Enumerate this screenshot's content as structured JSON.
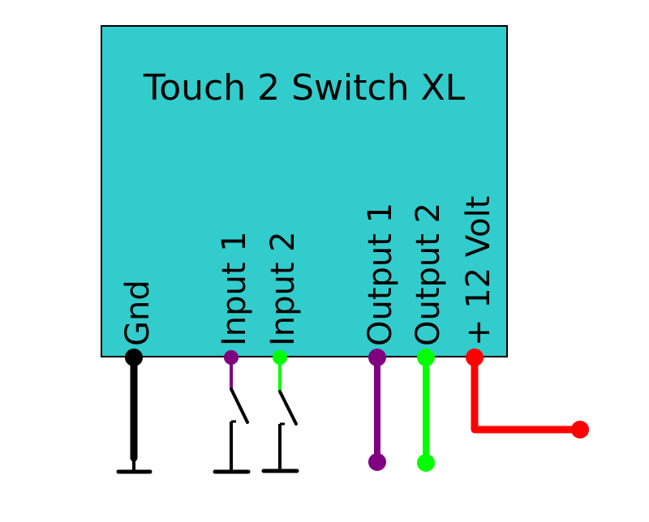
{
  "device": {
    "title": "Touch 2 Switch XL",
    "fill_color": "#33CCCC"
  },
  "pins": [
    {
      "id": "gnd",
      "label": "Gnd",
      "color": "#000000"
    },
    {
      "id": "input1",
      "label": "Input 1",
      "color": "#800080"
    },
    {
      "id": "input2",
      "label": "Input 2",
      "color": "#00FF00"
    },
    {
      "id": "output1",
      "label": "Output 1",
      "color": "#800080"
    },
    {
      "id": "output2",
      "label": "Output 2",
      "color": "#00FF00"
    },
    {
      "id": "vcc",
      "label": "+ 12 Volt",
      "color": "#FF0000"
    }
  ]
}
